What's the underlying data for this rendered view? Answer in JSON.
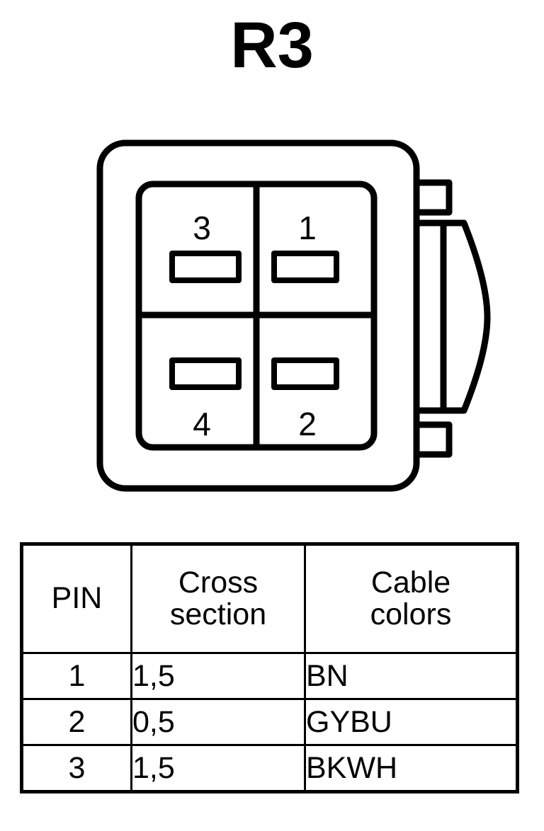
{
  "title": "R3",
  "connector": {
    "label": "4-way rectangular connector front view with side latch",
    "cavities": [
      {
        "position": "top-left",
        "number": "3"
      },
      {
        "position": "top-right",
        "number": "1"
      },
      {
        "position": "bottom-left",
        "number": "4"
      },
      {
        "position": "bottom-right",
        "number": "2"
      }
    ],
    "stroke_color": "#000000",
    "fill_color": "#ffffff"
  },
  "table": {
    "headers": [
      "PIN",
      "Cross section",
      "Cable colors"
    ],
    "headers_wrapped": [
      {
        "line1": "PIN",
        "line2": ""
      },
      {
        "line1": "Cross",
        "line2": "section"
      },
      {
        "line1": "Cable",
        "line2": "colors"
      }
    ],
    "rows": [
      {
        "pin": "1",
        "cross_section": "1,5",
        "cable_colors": "BN"
      },
      {
        "pin": "2",
        "cross_section": "0,5",
        "cable_colors": "GYBU"
      },
      {
        "pin": "3",
        "cross_section": "1,5",
        "cable_colors": "BKWH"
      }
    ]
  }
}
